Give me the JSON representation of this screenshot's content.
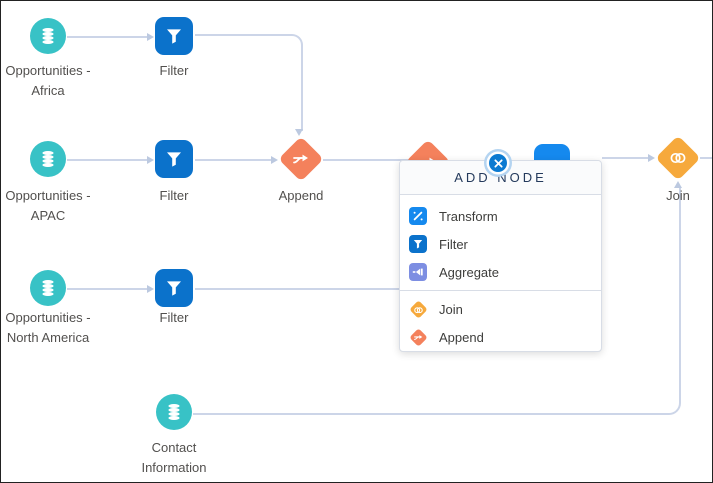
{
  "app": {
    "description": "Data prep recipe canvas with add-node popover"
  },
  "colors": {
    "dataset_teal": "#38c2c6",
    "filter_blue": "#0b72cb",
    "transform_blue": "#1589ee",
    "aggregate_indigo": "#7d8ee2",
    "join_yellow": "#f6a93c",
    "append_orange": "#f4815c",
    "edge_gray": "#ccd5e8",
    "close_blue": "#0b7ad1"
  },
  "nodes": [
    {
      "id": "opportunities-africa",
      "kind": "dataset",
      "icon": "database-icon",
      "label1": "Opportunities -",
      "label2": "Africa"
    },
    {
      "id": "filter-africa",
      "kind": "filter",
      "icon": "funnel-icon",
      "label1": "Filter"
    },
    {
      "id": "opportunities-apac",
      "kind": "dataset",
      "icon": "database-icon",
      "label1": "Opportunities -",
      "label2": "APAC"
    },
    {
      "id": "filter-apac",
      "kind": "filter",
      "icon": "funnel-icon",
      "label1": "Filter"
    },
    {
      "id": "append",
      "kind": "append",
      "icon": "append-arrows-icon",
      "label1": "Append"
    },
    {
      "id": "join",
      "kind": "join",
      "icon": "join-circles-icon",
      "label1": "Join"
    },
    {
      "id": "opportunities-north-america",
      "kind": "dataset",
      "icon": "database-icon",
      "label1": "Opportunities -",
      "label2": "North America"
    },
    {
      "id": "filter-north-america",
      "kind": "filter",
      "icon": "funnel-icon",
      "label1": "Filter"
    },
    {
      "id": "contact-information",
      "kind": "dataset",
      "icon": "database-icon",
      "label1": "Contact",
      "label2": "Information"
    }
  ],
  "popup": {
    "title": "ADD NODE",
    "items": [
      {
        "label": "Transform",
        "icon": "transform-icon"
      },
      {
        "label": "Filter",
        "icon": "filter-icon"
      },
      {
        "label": "Aggregate",
        "icon": "aggregate-icon"
      },
      {
        "label": "Join",
        "icon": "join-icon"
      },
      {
        "label": "Append",
        "icon": "append-icon"
      }
    ]
  },
  "close_button": {
    "icon": "close-icon"
  }
}
